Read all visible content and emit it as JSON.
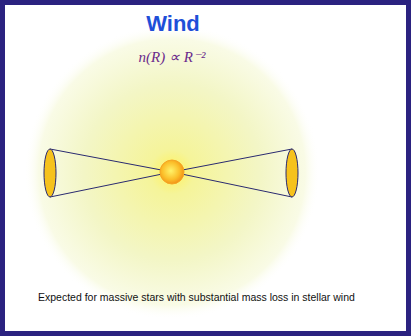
{
  "diagram": {
    "title": "Wind",
    "caption": "Expected for massive stars with substantial mass loss in stellar wind",
    "labels": [
      "n(R) ∝ R⁻²"
    ]
  }
}
